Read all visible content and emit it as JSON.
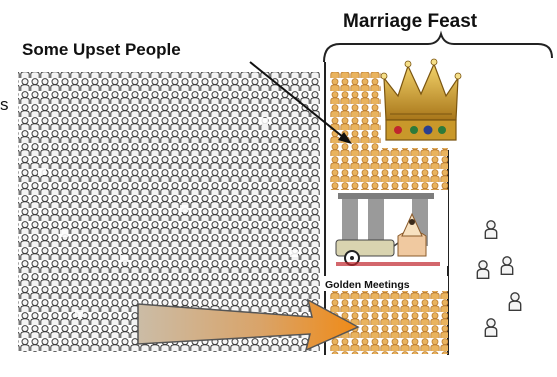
{
  "diagram": {
    "title": "Marriage Feast",
    "upset_label": "Some Upset People",
    "golden_label": "Golden Meetings",
    "edge_glyph": "s",
    "colors": {
      "crowd_outline": "#3a3a3a",
      "crowd_fill": "#f4f4f4",
      "golden": "#e9b35e",
      "golden_outline": "#b9792c",
      "arrow_start": "#c9b8a0",
      "arrow_end": "#f08a16",
      "crown_gold": "#d9a92a",
      "divider": "#222222"
    },
    "icons": [
      "crowd-icon",
      "crown-icon",
      "cart-icon",
      "person-icon",
      "arrow-icon"
    ]
  }
}
